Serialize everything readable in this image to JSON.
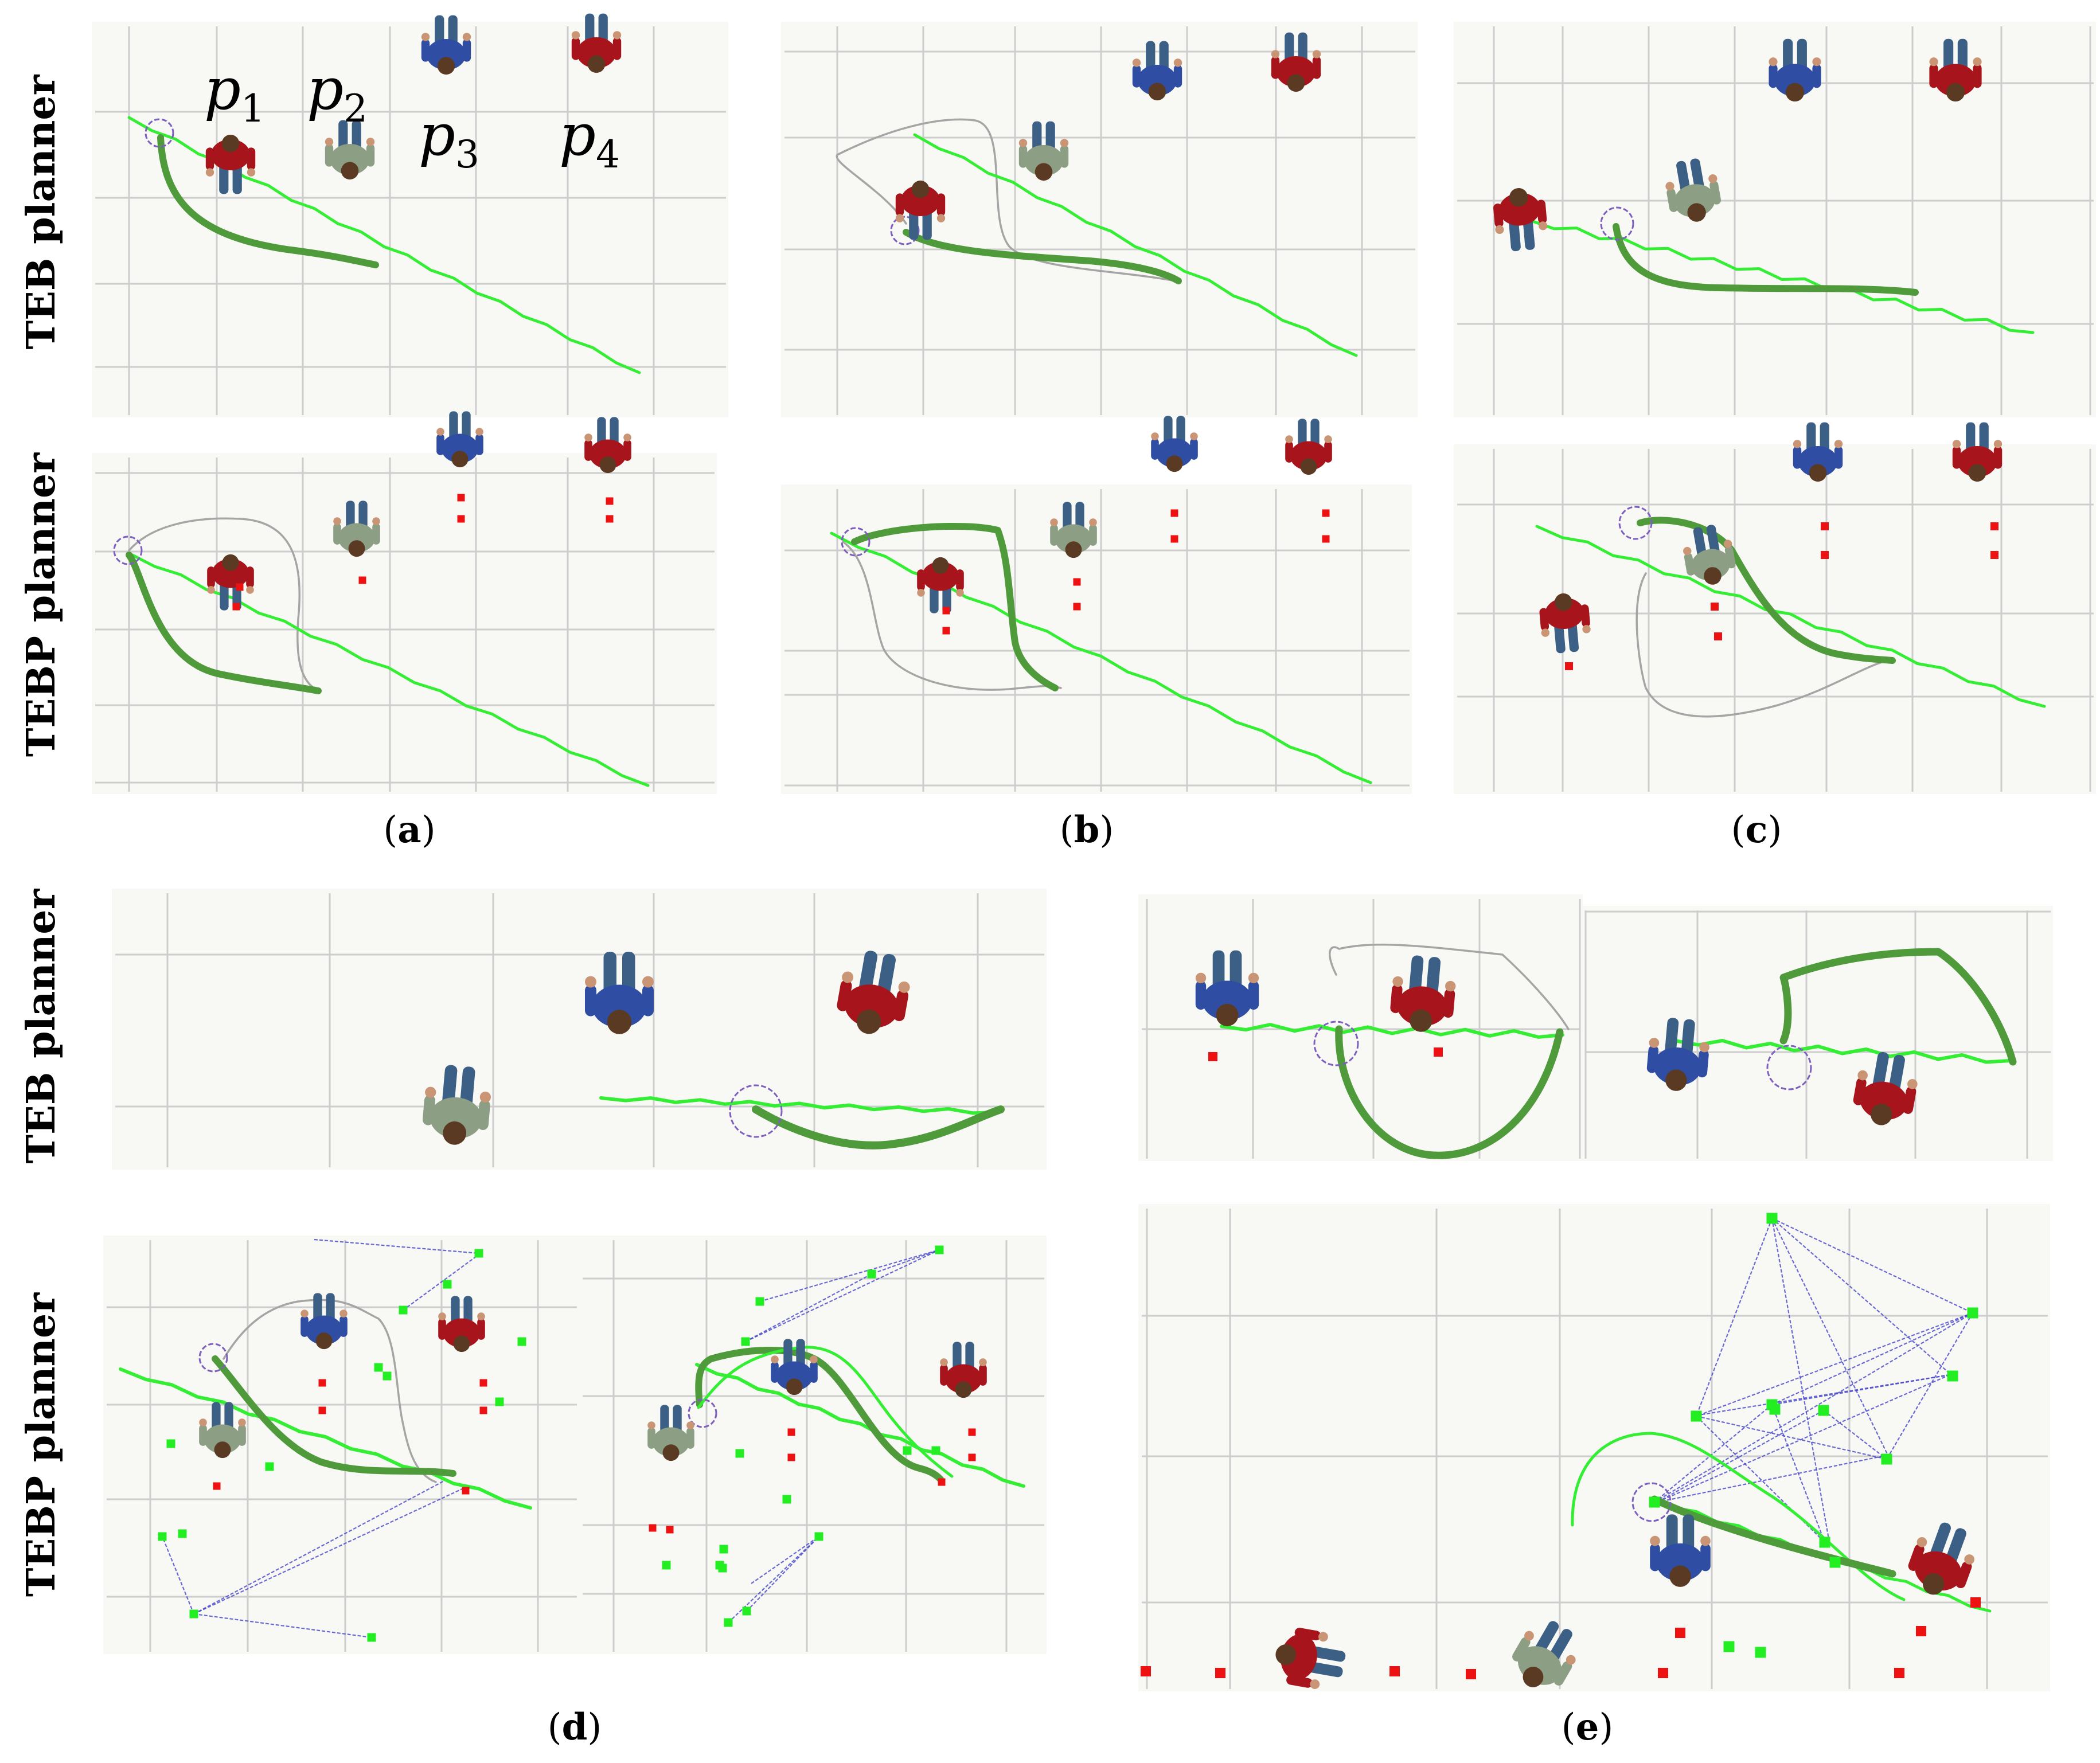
{
  "row_labels": {
    "teb_top": "TEB planner",
    "tebp_top": "TEBP planner",
    "teb_bottom": "TEB planner",
    "tebp_bottom": "TEBP planner"
  },
  "pedestrian_labels": [
    "p",
    "p",
    "p",
    "p"
  ],
  "pedestrian_subscripts": [
    "1",
    "2",
    "3",
    "4"
  ],
  "captions": {
    "a": "a",
    "b": "b",
    "c": "c",
    "d": "d",
    "e": "e"
  },
  "colors": {
    "background": "#ffffff",
    "panel_bg": "#f8f8f5",
    "grid": "#cdcdcd",
    "global_path": "#33ee33",
    "local_path": "#4f9a3a",
    "alt_path": "#a5a5a5",
    "robot_circle": "#7d5fbf",
    "predicted_pos": "#ee1111",
    "graph_node": "#22ee22",
    "graph_edge": "#4646cc",
    "person_red": "#a8141c",
    "person_blue": "#2f4ea3",
    "person_plaid": "#8c9e84",
    "jeans": "#3c5f86",
    "skin": "#c99575"
  }
}
